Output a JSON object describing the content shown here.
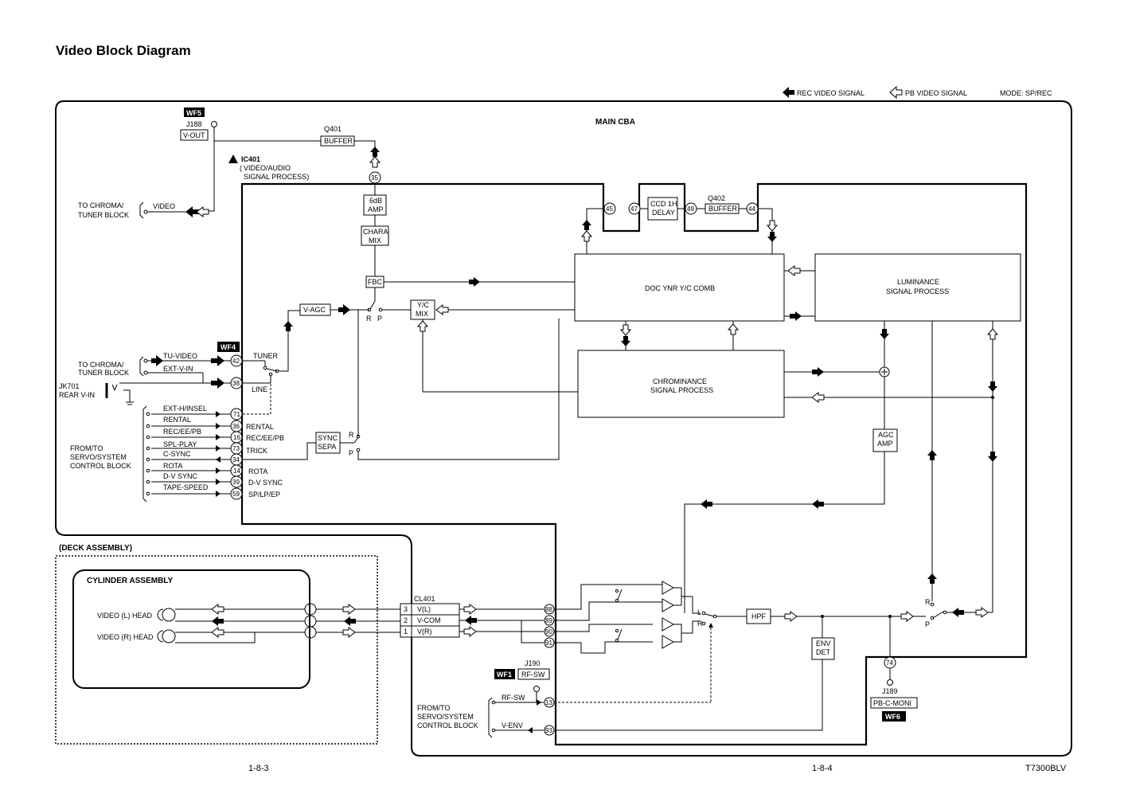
{
  "title": "Video Block Diagram",
  "legend": {
    "rec": "REC VIDEO SIGNAL",
    "pb": "PB VIDEO SIGNAL",
    "mode": "MODE: SP/REC"
  },
  "board": "MAIN CBA",
  "ic": {
    "name": "IC401",
    "func1": "VIDEO/AUDIO",
    "func2": "SIGNAL PROCESS)",
    "func_open": "("
  },
  "connectors": {
    "j188": "J188",
    "v_out": "V-OUT",
    "j190": "J190",
    "rf_sw": "RF-SW",
    "j189": "J189",
    "pb_c_moni": "PB-C-MONI",
    "cl401": "CL401",
    "jk701_a": "JK701",
    "jk701_b": "REAR V-IN"
  },
  "waveforms": {
    "wf1": "WF1",
    "wf4": "WF4",
    "wf5": "WF5",
    "wf6": "WF6"
  },
  "blocks": {
    "q401": "Q401",
    "buffer1": "BUFFER",
    "q402": "Q402",
    "buffer2": "BUFFER",
    "amp6_a": "6dB",
    "amp6_b": "AMP",
    "chara_a": "CHARA",
    "chara_b": "MIX",
    "fbc": "FBC",
    "vagc": "V-AGC",
    "ycmix_a": "Y/C",
    "ycmix_b": "MIX",
    "ccd_a": "CCD 1H",
    "ccd_b": "DELAY",
    "doc": "DOC YNR Y/C COMB",
    "lum_a": "LUMINANCE",
    "lum_b": "SIGNAL PROCESS",
    "chroma_a": "CHROMINANCE",
    "chroma_b": "SIGNAL PROCESS",
    "agc_a": "AGC",
    "agc_b": "AMP",
    "sync_a": "SYNC",
    "sync_b": "SEPA",
    "hpf": "HPF",
    "env_a": "ENV",
    "env_b": "DET"
  },
  "pins": [
    "35",
    "45",
    "47",
    "49",
    "44",
    "42",
    "38",
    "71",
    "36",
    "16",
    "73",
    "34",
    "14",
    "39",
    "59",
    "88",
    "89",
    "90",
    "91",
    "13",
    "93",
    "74"
  ],
  "left_labels": {
    "chroma1_a": "TO CHROMA/",
    "chroma1_b": "TUNER BLOCK",
    "video": "VIDEO",
    "chroma2_a": "TO CHROMA/",
    "chroma2_b": "TUNER BLOCK",
    "tu_video": "TU-VIDEO",
    "ext_v_in": "EXT-V-IN",
    "tuner": "TUNER",
    "line": "LINE",
    "servo_a": "FROM/TO",
    "servo_b": "SERVO/SYSTEM",
    "servo_c": "CONTROL BLOCK"
  },
  "servo_signals": [
    "EXT-H/INSEL",
    "RENTAL",
    "REC/EE/PB",
    "SPL-PLAY",
    "C-SYNC",
    "ROTA",
    "D-V SYNC",
    "TAPE-SPEED"
  ],
  "servo_side": [
    "RENTAL",
    "REC/EE/PB",
    "TRICK",
    "ROTA",
    "D-V SYNC",
    "SP/LP/EP"
  ],
  "switch": {
    "r": "R",
    "p": "P",
    "l": "L"
  },
  "deck": {
    "assembly": "(DECK ASSEMBLY)",
    "cylinder": "CYLINDER ASSEMBLY",
    "head_l": "VIDEO (L) HEAD",
    "head_r": "VIDEO (R) HEAD",
    "cl_rows": [
      {
        "n": "3",
        "s": "V(L)"
      },
      {
        "n": "2",
        "s": "V-COM"
      },
      {
        "n": "1",
        "s": "V(R)"
      }
    ]
  },
  "lower": {
    "servo_a": "FROM/TO",
    "servo_b": "SERVO/SYSTEM",
    "servo_c": "CONTROL BLOCK",
    "rf_sw": "RF-SW",
    "v_env": "V-ENV"
  },
  "footer": {
    "left": "1-8-3",
    "right": "1-8-4",
    "model": "T7300BLV"
  }
}
